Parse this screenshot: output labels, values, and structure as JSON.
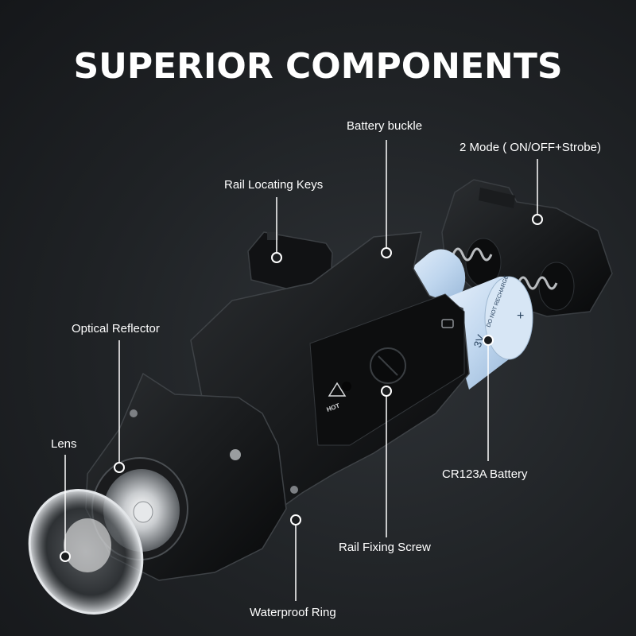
{
  "title": "SUPERIOR COMPONENTS",
  "labels": {
    "battery_buckle": "Battery buckle",
    "mode": "2 Mode ( ON/OFF+Strobe)",
    "rail_locating_keys": "Rail Locating Keys",
    "optical_reflector": "Optical Reflector",
    "lens": "Lens",
    "cr123a_battery": "CR123A Battery",
    "rail_fixing_screw": "Rail Fixing Screw",
    "waterproof_ring": "Waterproof Ring"
  },
  "battery_text": {
    "voltage": "3V",
    "warning": "DO NOT RECHARGE",
    "polarity": "+"
  },
  "hot_mark": "HOT",
  "colors": {
    "background": "#1f2225",
    "body": "#0f1011",
    "battery": "#cfe0f2",
    "callout": "#ffffff"
  }
}
